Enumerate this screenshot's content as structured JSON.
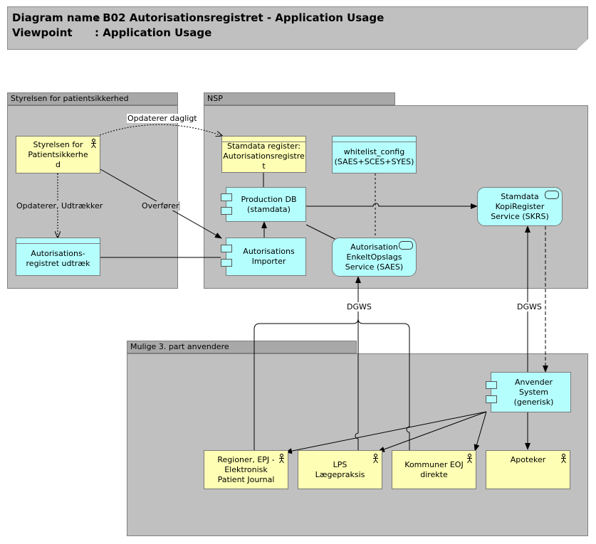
{
  "header": {
    "diagram_key": "Diagram name",
    "diagram_value": ": B02 Autorisationsregistret - Application Usage",
    "viewpoint_key": "Viewpoint",
    "viewpoint_value": ": Application Usage"
  },
  "groups": {
    "styrelsen": "Styrelsen for patientsikkerhed",
    "nsp": "NSP",
    "mulige": "Mulige 3. part anvendere"
  },
  "nodes": {
    "styrelsen_actor": "Styrelsen for\nPatientsikkerhe\nd",
    "autreg_udtraek": "Autorisations-\nregistret udtræk",
    "stamdata_register": "Stamdata register:\nAutorisationsregistre\nt",
    "whitelist_config": "whitelist_config\n(SAES+SCES+SYES)",
    "production_db": "Production DB\n(stamdata)",
    "stamdata_krs": "Stamdata\nKopiRegister\nService (SKRS)",
    "autorisations_importer": "Autorisations\nImporter",
    "saes": "Autorisation\nEnkeltOpslags\nService (SAES)",
    "anvender_system": "Anvender System\n(generisk)",
    "regioner": "Regioner, EPJ -\nElektronisk\nPatient Journal",
    "lps": "LPS\nLægepraksis",
    "kommuner": "Kommuner EOJ\ndirekte",
    "apoteker": "Apoteker"
  },
  "edge_labels": {
    "opdaterer_dagligt": "Opdaterer dagligt",
    "opdaterer_udtraekker": "Opdaterer, Udtrækker",
    "overforer": "Overfører",
    "dgws_left": "DGWS",
    "dgws_right": "DGWS"
  }
}
